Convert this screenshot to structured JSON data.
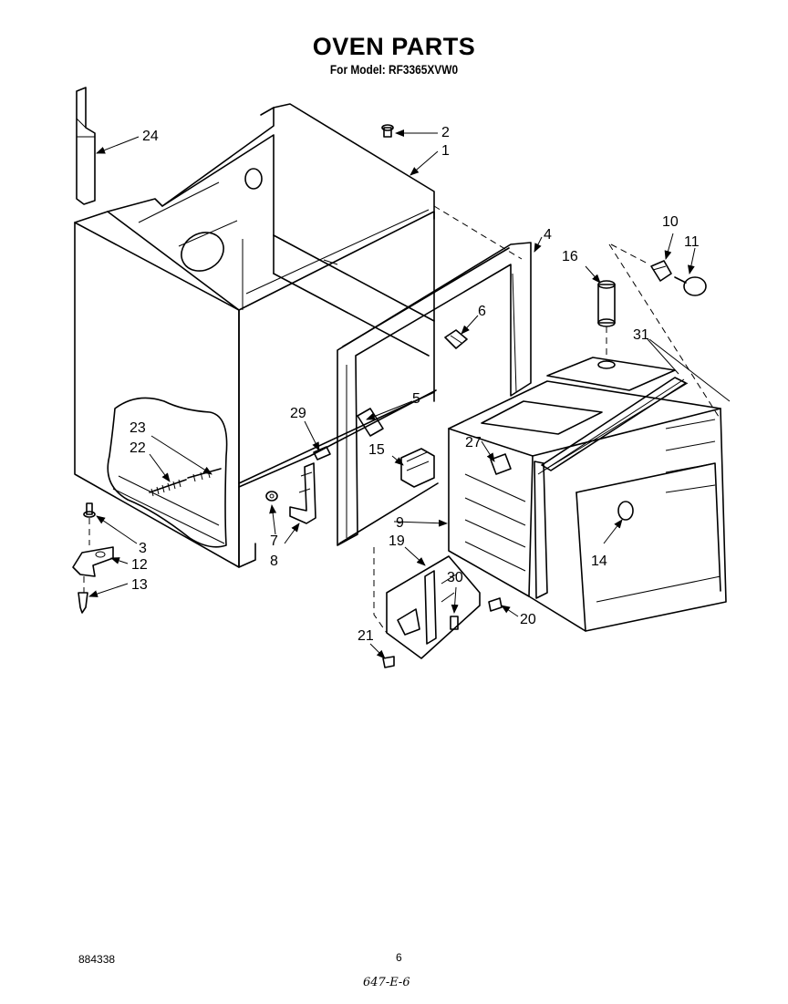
{
  "header": {
    "title": "OVEN PARTS",
    "model_line": "For Model: RF3365XVW0"
  },
  "callouts": [
    {
      "id": "c1",
      "label": "1"
    },
    {
      "id": "c2",
      "label": "2"
    },
    {
      "id": "c3",
      "label": "3"
    },
    {
      "id": "c4",
      "label": "4"
    },
    {
      "id": "c5",
      "label": "5"
    },
    {
      "id": "c6",
      "label": "6"
    },
    {
      "id": "c7",
      "label": "7"
    },
    {
      "id": "c8",
      "label": "8"
    },
    {
      "id": "c9",
      "label": "9"
    },
    {
      "id": "c10",
      "label": "10"
    },
    {
      "id": "c11",
      "label": "11"
    },
    {
      "id": "c12",
      "label": "12"
    },
    {
      "id": "c13",
      "label": "13"
    },
    {
      "id": "c14",
      "label": "14"
    },
    {
      "id": "c15",
      "label": "15"
    },
    {
      "id": "c16",
      "label": "16"
    },
    {
      "id": "c19",
      "label": "19"
    },
    {
      "id": "c20",
      "label": "20"
    },
    {
      "id": "c21",
      "label": "21"
    },
    {
      "id": "c22",
      "label": "22"
    },
    {
      "id": "c23",
      "label": "23"
    },
    {
      "id": "c24",
      "label": "24"
    },
    {
      "id": "c27",
      "label": "27"
    },
    {
      "id": "c29",
      "label": "29"
    },
    {
      "id": "c30",
      "label": "30"
    },
    {
      "id": "c31",
      "label": "31"
    }
  ],
  "footer": {
    "document_code": "884338",
    "page_number": "6",
    "handwritten_note": "647-E-6"
  }
}
